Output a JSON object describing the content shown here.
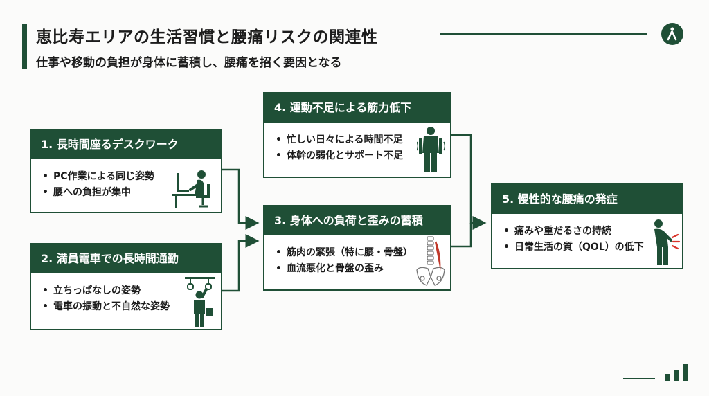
{
  "header": {
    "title": "恵比寿エリアの生活習慣と腰痛リスクの関連性",
    "subtitle": "仕事や移動の負担が身体に蓄積し、腰痛を招く要因となる"
  },
  "boxes": [
    {
      "heading": "1. 長時間座るデスクワーク",
      "items": [
        "PC作業による同じ姿勢",
        "腰への負担が集中"
      ],
      "icon": "desk-worker-icon"
    },
    {
      "heading": "2. 満員電車での長時間通勤",
      "items": [
        "立ちっぱなしの姿勢",
        "電車の振動と不自然な姿勢"
      ],
      "icon": "train-commuter-icon"
    },
    {
      "heading": "3. 身体への負荷と歪みの蓄積",
      "items": [
        "筋肉の緊張（特に腰・骨盤）",
        "血流悪化と骨盤の歪み"
      ],
      "icon": "spine-pelvis-icon"
    },
    {
      "heading": "4. 運動不足による筋力低下",
      "items": [
        "忙しい日々による時間不足",
        "体幹の弱化とサポート不足"
      ],
      "icon": "weak-body-icon"
    },
    {
      "heading": "5. 慢性的な腰痛の発症",
      "items": [
        "痛みや重だるさの持続",
        "日常生活の質（QOL）の低下"
      ],
      "icon": "back-pain-icon"
    }
  ],
  "colors": {
    "accent": "#1f4f36",
    "pain": "#d9342b",
    "muscle": "#c0392b"
  }
}
